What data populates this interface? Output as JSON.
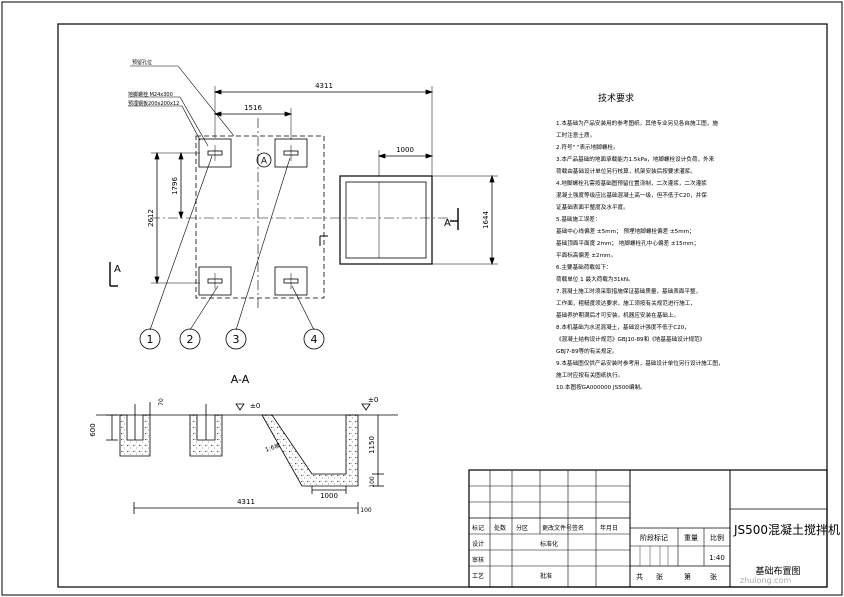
{
  "drawing": {
    "title": "JS500混凝土搅拌机",
    "subtitle": "基础布置图",
    "scale_label": "比例",
    "scale": "1:40",
    "weight_label": "重量",
    "stage_label": "阶段标记",
    "watermark": "zhulong.com"
  },
  "plan": {
    "dim_overall": "4311",
    "dim_bolt_spacing": "1516",
    "dim_pit": "1000",
    "dim_vertical": "2612",
    "dim_bolt_vertical": "1796",
    "dim_right": "1644",
    "leader_label_top": "预留孔位",
    "leader_label_2": "地脚螺栓 M24x300",
    "leader_label_3": "预埋钢板200x200x12",
    "marker_a": "A",
    "balloons": [
      "1",
      "2",
      "3",
      "4"
    ],
    "section_mark": "A"
  },
  "section": {
    "title": "A-A",
    "dim_overall": "4311",
    "dim_pit": "1000",
    "dim_depth": "1150",
    "dim_footing": "600",
    "dim_left_top": "70",
    "dim_right_bottom": "100",
    "dim_end": "100",
    "level_zero": "±0",
    "slope_label": "1:6坡"
  },
  "notes": {
    "heading": "技术要求",
    "lines": [
      "1.本基础为产品安装用的参考图纸，其他专业另见各自施工图，施",
      "  工时注意土质。",
      "2.符号\"  \"表示地脚螺栓。",
      "3.本产品基础的地面承载能力1.5kPa，地脚螺栓设计负荷，外来",
      "  荷载由基础设计单位另行核算，机架安装后按要求灌浆。",
      "4.地脚螺栓孔需按基础图预留位置浇制，二次灌浆，二次灌浆",
      "  混凝土强度等级应比基础混凝土高一级，但不低于C20，并保",
      "  证基础表面平整度及水平度。",
      "5.基础施工误差：",
      "  基础中心线偏差 ±5mm；   预埋地脚螺栓偏差 ±5mm；",
      "  基础顶面平面度 2mm；     地脚螺栓孔中心偏差 ±15mm；",
      "  平面标高偏差 ±2mm。",
      "6.主要基础荷载如下：",
      "  荷载单位 1    最大荷载为31kN。",
      "7.混凝土施工时须采取措施保证基础质量，基础表面平整，",
      "  工作面，粗糙度须达要求，施工须按有关规范进行施工，",
      "  基础养护期满后才可安装，机器应安装在基础上。",
      "8.本机基础为水泥混凝土，基础设计强度不低于C20，",
      "  《混凝土结构设计规范》GBJ10-89和《地基基础设计规范》",
      "  GBJ7-89等的有关规定。",
      "9.本基础图仅供产品安装时参考用，基础设计单位另行设计施工图，",
      "  施工时应按有关图纸执行。",
      "10.本图按GA000000 JS500编制。"
    ]
  },
  "title_block": {
    "row_labels": [
      "标记",
      "处数",
      "分区",
      "更改文件号",
      "签名",
      "年月日"
    ],
    "roles": [
      "设计",
      "标准化",
      "审核",
      "工艺",
      "批准"
    ],
    "footer": [
      "共",
      "张",
      "第",
      "张"
    ]
  }
}
